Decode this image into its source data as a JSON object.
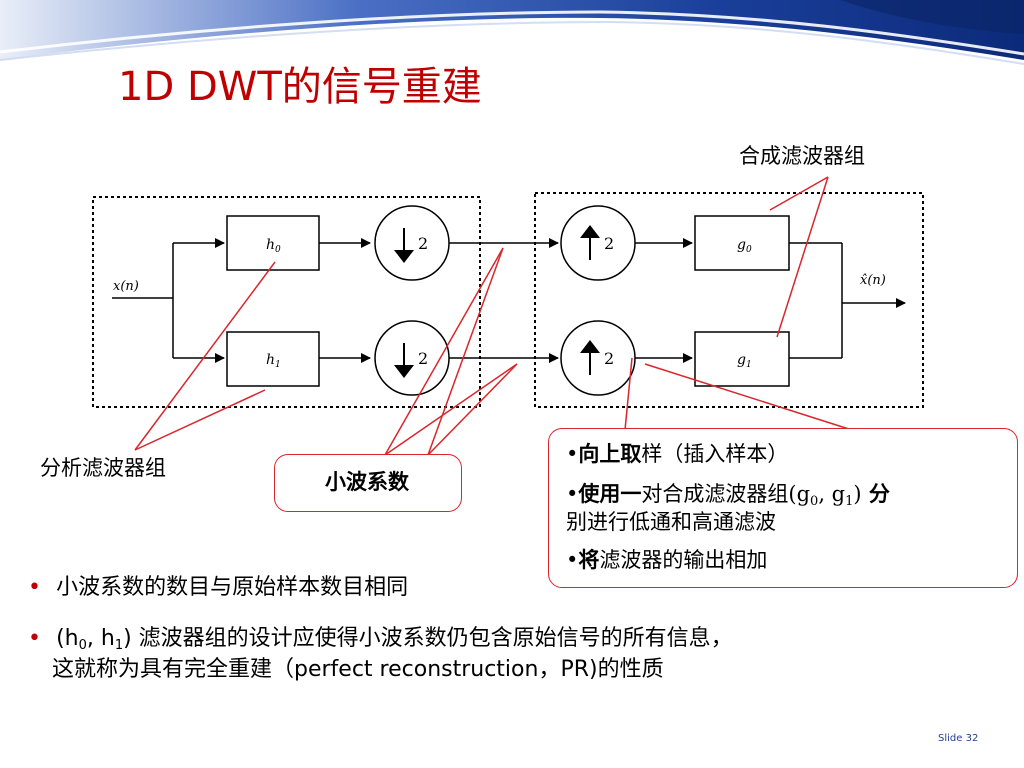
{
  "slide": {
    "title": "1D DWT的信号重建",
    "slide_number": "Slide 32"
  },
  "diagram": {
    "analysis_label": "分析滤波器组",
    "synthesis_label": "合成滤波器组",
    "input_label": "x(n)",
    "output_label": "x̂(n)",
    "h0": "h",
    "h0_sub": "0",
    "h1": "h",
    "h1_sub": "1",
    "g0": "g",
    "g0_sub": "0",
    "g1": "g",
    "g1_sub": "1",
    "down_factor": "2",
    "up_factor": "2"
  },
  "callouts": {
    "coefficients": "小波系数",
    "upsample": {
      "line1_bold": "向上取",
      "line1_rest": "样（插入样本）",
      "line2_bold": "使用一",
      "line2_a": "对合成滤波器组",
      "line2_paren_open": "(g",
      "line2_g0sub": "0",
      "line2_comma": ", g",
      "line2_g1sub": "1",
      "line2_paren_close": ")",
      "line2_end": " 分",
      "line3": "别进行低通和高通滤波",
      "line4_bold": "将",
      "line4_rest": "滤波器的输出相加"
    }
  },
  "bullets": {
    "b1": "小波系数的数目与原始样本数目相同",
    "b2_a": "(h",
    "b2_sub0": "0",
    "b2_b": ", h",
    "b2_sub1": "1",
    "b2_c": ") 滤波器组的设计应使得小波系数仍包含原始信号的所有信息，",
    "b2_line2": "这就称为具有完全重建（perfect reconstruction，PR)的性质"
  },
  "colors": {
    "title": "#c00000",
    "header_blue": "#1a3f9a",
    "callout_line": "#d9262c"
  }
}
